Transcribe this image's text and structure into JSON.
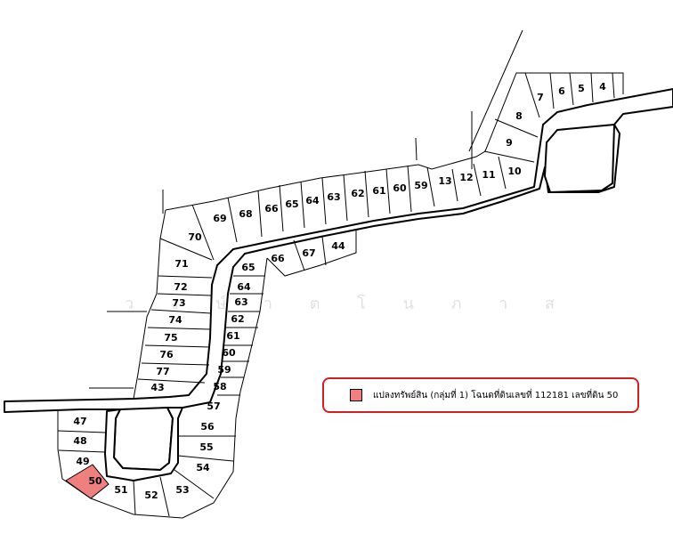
{
  "plots": [
    {
      "label": "4"
    },
    {
      "label": "5"
    },
    {
      "label": "6"
    },
    {
      "label": "7"
    },
    {
      "label": "8"
    },
    {
      "label": "9"
    },
    {
      "label": "10"
    },
    {
      "label": "11"
    },
    {
      "label": "12"
    },
    {
      "label": "13"
    },
    {
      "label": "59"
    },
    {
      "label": "60"
    },
    {
      "label": "61"
    },
    {
      "label": "62"
    },
    {
      "label": "63"
    },
    {
      "label": "64"
    },
    {
      "label": "65"
    },
    {
      "label": "66"
    },
    {
      "label": "68"
    },
    {
      "label": "69"
    },
    {
      "label": "70"
    },
    {
      "label": "71"
    },
    {
      "label": "72"
    },
    {
      "label": "73"
    },
    {
      "label": "74"
    },
    {
      "label": "75"
    },
    {
      "label": "76"
    },
    {
      "label": "77"
    },
    {
      "label": "43"
    },
    {
      "label": "66"
    },
    {
      "label": "67"
    },
    {
      "label": "44"
    },
    {
      "label": "65"
    },
    {
      "label": "64"
    },
    {
      "label": "63"
    },
    {
      "label": "62"
    },
    {
      "label": "61"
    },
    {
      "label": "60"
    },
    {
      "label": "59"
    },
    {
      "label": "58"
    },
    {
      "label": "57"
    },
    {
      "label": "56"
    },
    {
      "label": "55"
    },
    {
      "label": "54"
    },
    {
      "label": "53"
    },
    {
      "label": "52"
    },
    {
      "label": "51"
    },
    {
      "label": "50",
      "highlighted": true
    },
    {
      "label": "49"
    },
    {
      "label": "48"
    },
    {
      "label": "47"
    }
  ],
  "highlight_color": "#f08080",
  "legend": {
    "text": "แปลงทรัพย์สิน (กลุ่มที่ 1) โฉนดที่ดินเลขที่ 112181 เลขที่ดิน 50",
    "border_color": "#d21f1f"
  },
  "watermark": "ว ง ษ์ า ต โ น ภ า ส"
}
